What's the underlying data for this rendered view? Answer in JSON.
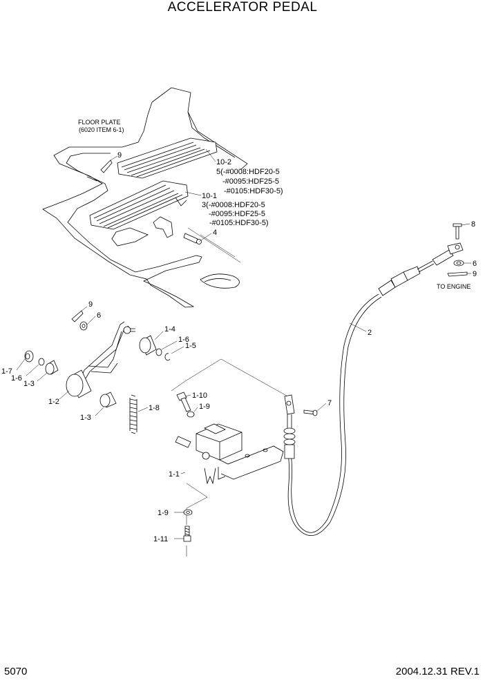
{
  "title": "ACCELERATOR PEDAL",
  "page_number": "5070",
  "revision": "2004.12.31  REV.1",
  "floor_plate_label": "FLOOR PLATE",
  "floor_plate_ref": "(6020 ITEM 6-1)",
  "to_engine_label": "TO ENGINE",
  "callouts": {
    "c_9a": "9",
    "c_10_2": "10-2",
    "c_10_2_l1": "5(-#0008:HDF20-5",
    "c_10_2_l2": "-#0095:HDF25-5",
    "c_10_2_l3": "-#0105:HDF30-5)",
    "c_10_1": "10-1",
    "c_10_1_l1": "3(-#0008:HDF20-5",
    "c_10_1_l2": "-#0095:HDF25-5",
    "c_10_1_l3": "-#0105:HDF30-5)",
    "c_4": "4",
    "c_8": "8",
    "c_6a": "6",
    "c_9b": "9",
    "c_2": "2",
    "c_9c": "9",
    "c_6b": "6",
    "c_1_4": "1-4",
    "c_1_6a": "1-6",
    "c_1_5": "1-5",
    "c_1_7": "1-7",
    "c_1_6b": "1-6",
    "c_1_3a": "1-3",
    "c_1_2": "1-2",
    "c_1_3b": "1-3",
    "c_1_8": "1-8",
    "c_1_10": "1-10",
    "c_1_9a": "1-9",
    "c_7": "7",
    "c_1_1": "1-1",
    "c_1_9b": "1-9",
    "c_1_11": "1-11"
  }
}
